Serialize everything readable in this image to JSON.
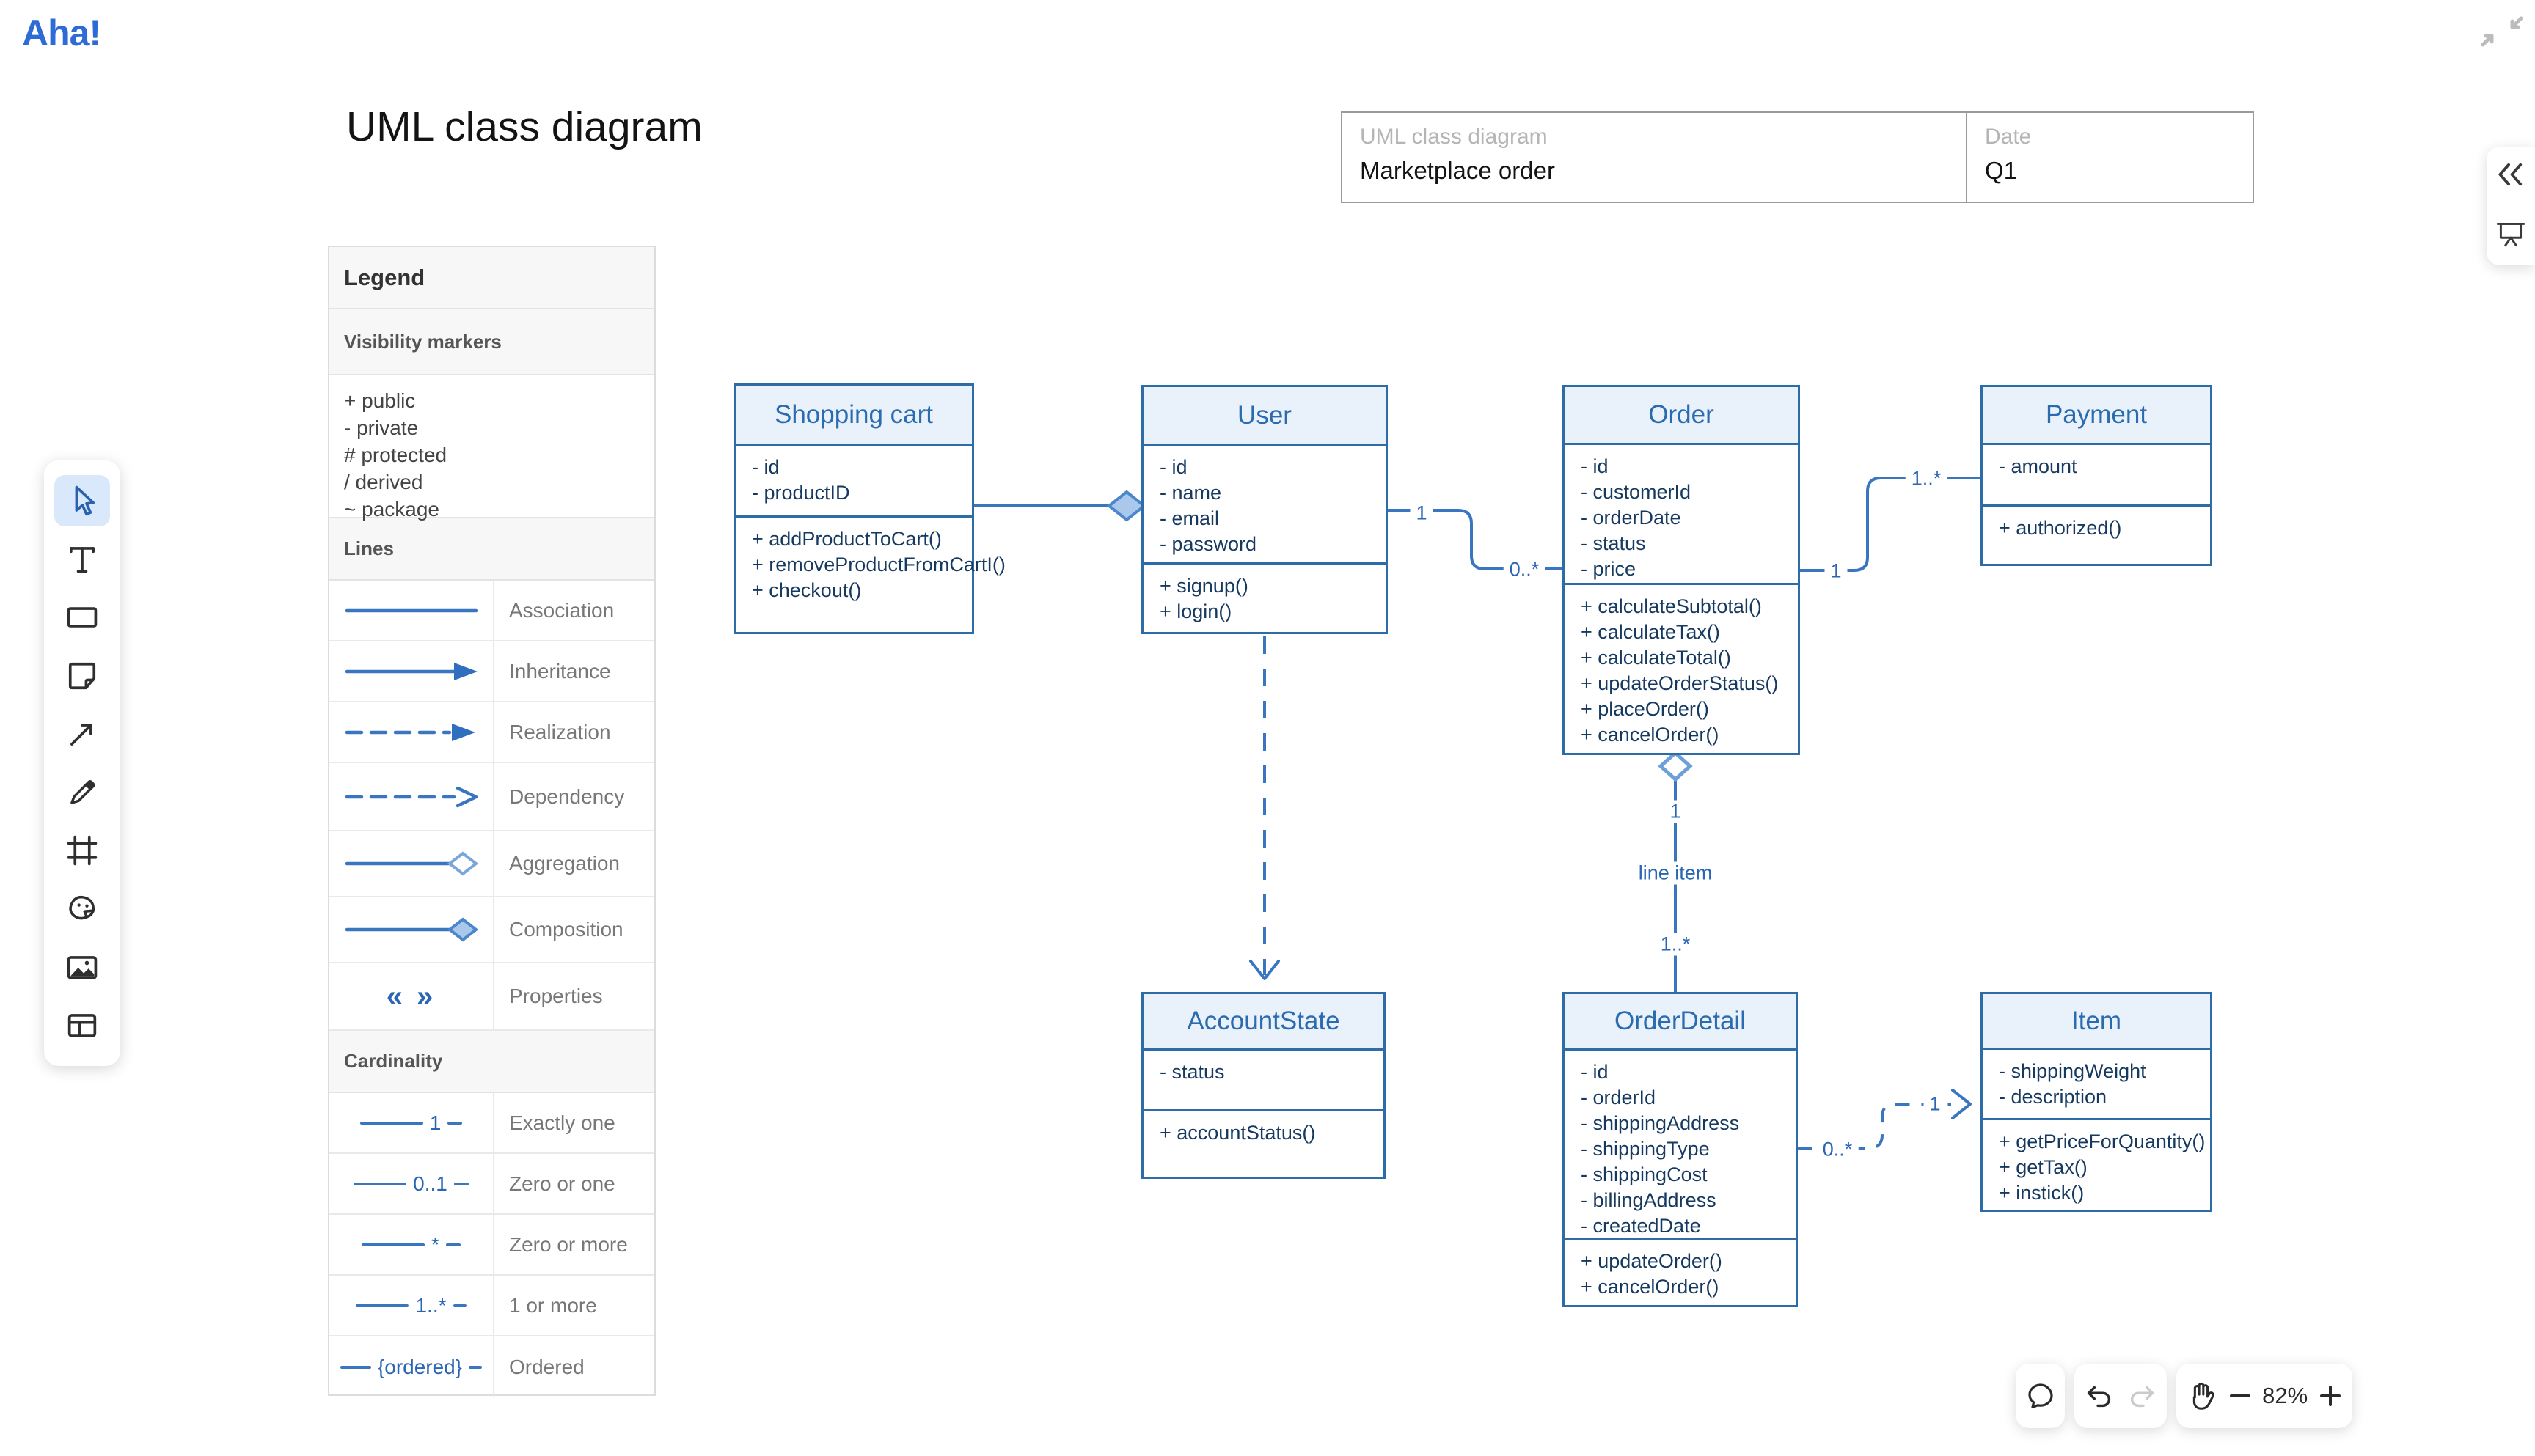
{
  "app": {
    "logo_text": "Aha!"
  },
  "canvas": {
    "page_title": "UML class diagram",
    "meta_form": {
      "title_label": "UML class diagram",
      "title_value": "Marketplace order",
      "date_label": "Date",
      "date_value": "Q1"
    }
  },
  "legend": {
    "title": "Legend",
    "visibility_header": "Visibility markers",
    "visibility_items": [
      "+ public",
      "- private",
      "# protected",
      "/ derived",
      "~ package"
    ],
    "lines_header": "Lines",
    "line_rows": [
      {
        "label": "Association"
      },
      {
        "label": "Inheritance"
      },
      {
        "label": "Realization"
      },
      {
        "label": "Dependency"
      },
      {
        "label": "Aggregation"
      },
      {
        "label": "Composition"
      },
      {
        "label": "Properties",
        "sample": "« »"
      }
    ],
    "cardinality_header": "Cardinality",
    "cardinality_rows": [
      {
        "sample": "1",
        "label": "Exactly one"
      },
      {
        "sample": "0..1",
        "label": "Zero or one"
      },
      {
        "sample": "*",
        "label": "Zero or more"
      },
      {
        "sample": "1..*",
        "label": "1 or more"
      },
      {
        "sample": "{ordered}",
        "label": "Ordered"
      }
    ]
  },
  "classes": [
    {
      "name": "Shopping cart",
      "attributes": [
        "- id",
        "- productID"
      ],
      "methods": [
        "+ addProductToCart()",
        "+ removeProductFromCartI()",
        "+ checkout()"
      ]
    },
    {
      "name": "User",
      "attributes": [
        "- id",
        "- name",
        "- email",
        "- password"
      ],
      "methods": [
        "+ signup()",
        "+ login()"
      ]
    },
    {
      "name": "Order",
      "attributes": [
        "- id",
        "- customerId",
        "- orderDate",
        "- status",
        "- price"
      ],
      "methods": [
        "+ calculateSubtotal()",
        "+ calculateTax()",
        "+ calculateTotal()",
        "+ updateOrderStatus()",
        "+ placeOrder()",
        "+ cancelOrder()"
      ]
    },
    {
      "name": "Payment",
      "attributes": [
        "- amount"
      ],
      "methods": [
        "+ authorized()"
      ]
    },
    {
      "name": "AccountState",
      "attributes": [
        "- status"
      ],
      "methods": [
        "+ accountStatus()"
      ]
    },
    {
      "name": "OrderDetail",
      "attributes": [
        "- id",
        "- orderId",
        "- shippingAddress",
        "- shippingType",
        "- shippingCost",
        "- billingAddress",
        "- createdDate"
      ],
      "methods": [
        "+ updateOrder()",
        "+ cancelOrder()"
      ]
    },
    {
      "name": "Item",
      "attributes": [
        "- shippingWeight",
        "- description"
      ],
      "methods": [
        "+ getPriceForQuantity()",
        "+ getTax()",
        "+ instick()"
      ]
    }
  ],
  "connector_labels": {
    "user_order_source": "1",
    "user_order_target": "0..*",
    "order_payment_source": "1",
    "order_payment_target": "1..*",
    "order_orderdetail_source": "1",
    "order_orderdetail_name": "line item",
    "order_orderdetail_target": "1..*",
    "orderdetail_item_source": "0..*",
    "orderdetail_item_target": "1"
  },
  "toolbar": {
    "active_tool": "select",
    "tools": [
      "select",
      "text",
      "shape",
      "sticky-note",
      "connector",
      "pen",
      "frame",
      "sticker",
      "image",
      "template"
    ]
  },
  "zoom_controls": {
    "zoom_level": "82%"
  },
  "colors": {
    "logo_blue": "#2f6bd6",
    "class_border": "#2d6ca6",
    "class_header_bg": "#e9f1fa",
    "class_title_text": "#2b6cb0",
    "member_text": "#16395f",
    "connector_blue": "#3a76c0",
    "label_blue": "#2b66b5"
  }
}
